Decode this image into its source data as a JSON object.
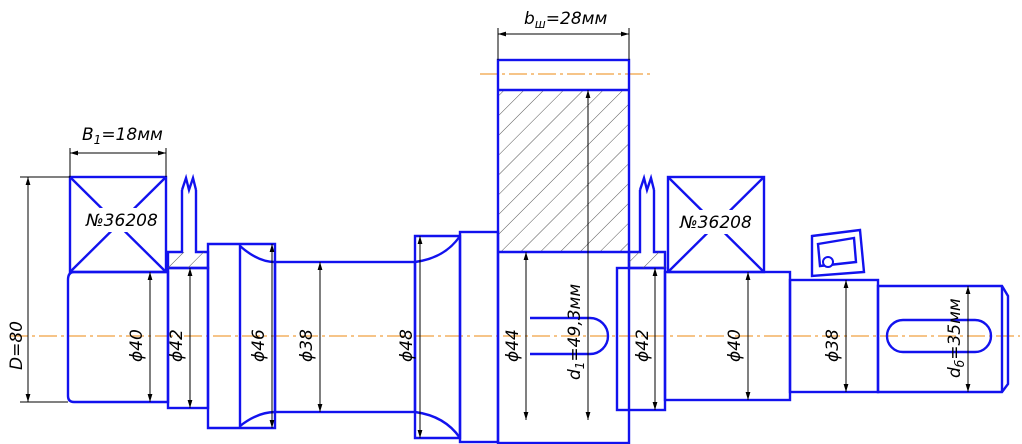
{
  "labels": {
    "gear_width": "b",
    "gear_width_sub": "ш",
    "gear_width_value": "=28мм",
    "bearing_width": "B",
    "bearing_width_sub": "1",
    "bearing_width_value": "=18мм",
    "outer_diameter": "D=80",
    "bearing_left": "№36208",
    "bearing_right": "№36208",
    "d_40_left": "ϕ40",
    "d_42_left": "ϕ42",
    "d_46": "ϕ46",
    "d_38_mid": "ϕ38",
    "d_48": "ϕ48",
    "d_44": "ϕ44",
    "d_gear": "d",
    "d_gear_sub": "1",
    "d_gear_value": "=49,3мм",
    "d_42_right": "ϕ42",
    "d_40_right": "ϕ40",
    "d_38_right": "ϕ38",
    "d_shaft_end": "d",
    "d_shaft_end_sub": "б",
    "d_shaft_end_value": "=35мм"
  },
  "colors": {
    "outline": "#1212ee",
    "dimension": "#000000",
    "axis": "#f0a040",
    "hatch": "#555555"
  }
}
